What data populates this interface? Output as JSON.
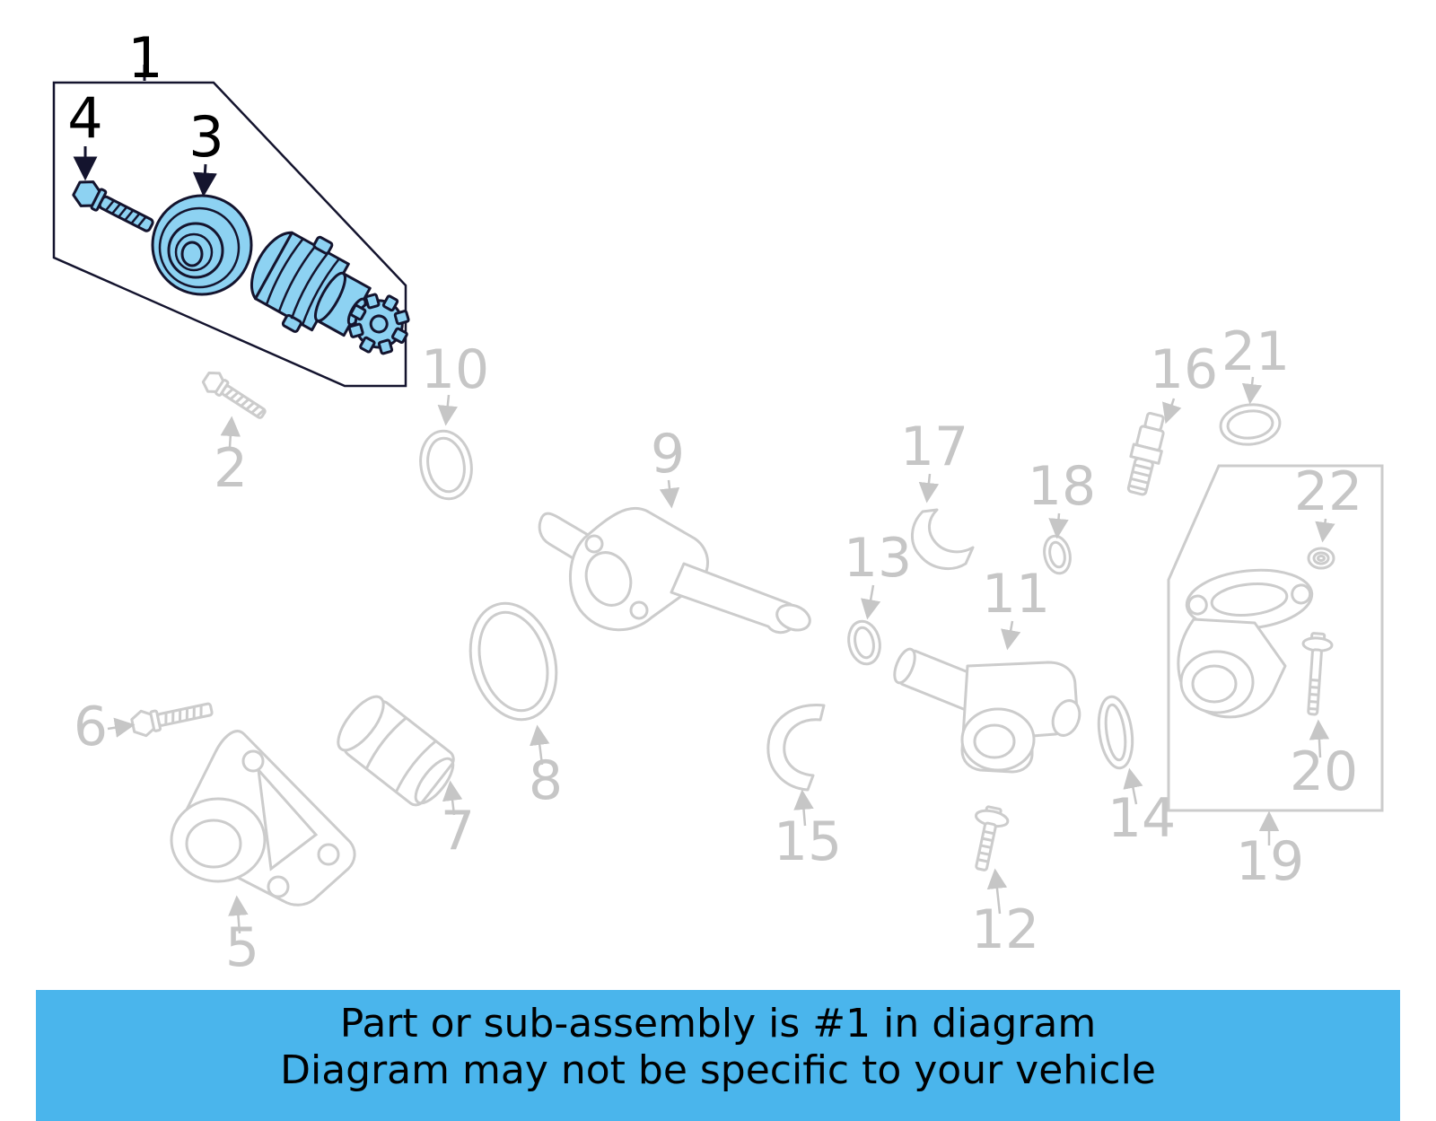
{
  "figure": {
    "type": "parts-diagram",
    "highlighted_part_number": "1"
  },
  "banner": {
    "line1": "Part or sub-assembly is #1 in diagram",
    "line2": "Diagram may not be specific to your vehicle"
  },
  "colors": {
    "banner_bg": "#4ab5ec",
    "highlight_fill": "#8dd2f2",
    "highlight_stroke": "#14142e",
    "gray_part": "#cccccc",
    "gray_label": "#c6c6c6",
    "black_label": "#000000",
    "background": "#ffffff"
  },
  "callouts": [
    {
      "num": "1",
      "highlighted": true
    },
    {
      "num": "2",
      "highlighted": false
    },
    {
      "num": "3",
      "highlighted": true
    },
    {
      "num": "4",
      "highlighted": true
    },
    {
      "num": "5",
      "highlighted": false
    },
    {
      "num": "6",
      "highlighted": false
    },
    {
      "num": "7",
      "highlighted": false
    },
    {
      "num": "8",
      "highlighted": false
    },
    {
      "num": "9",
      "highlighted": false
    },
    {
      "num": "10",
      "highlighted": false
    },
    {
      "num": "11",
      "highlighted": false
    },
    {
      "num": "12",
      "highlighted": false
    },
    {
      "num": "13",
      "highlighted": false
    },
    {
      "num": "14",
      "highlighted": false
    },
    {
      "num": "15",
      "highlighted": false
    },
    {
      "num": "16",
      "highlighted": false
    },
    {
      "num": "17",
      "highlighted": false
    },
    {
      "num": "18",
      "highlighted": false
    },
    {
      "num": "19",
      "highlighted": false
    },
    {
      "num": "20",
      "highlighted": false
    },
    {
      "num": "21",
      "highlighted": false
    },
    {
      "num": "22",
      "highlighted": false
    }
  ]
}
